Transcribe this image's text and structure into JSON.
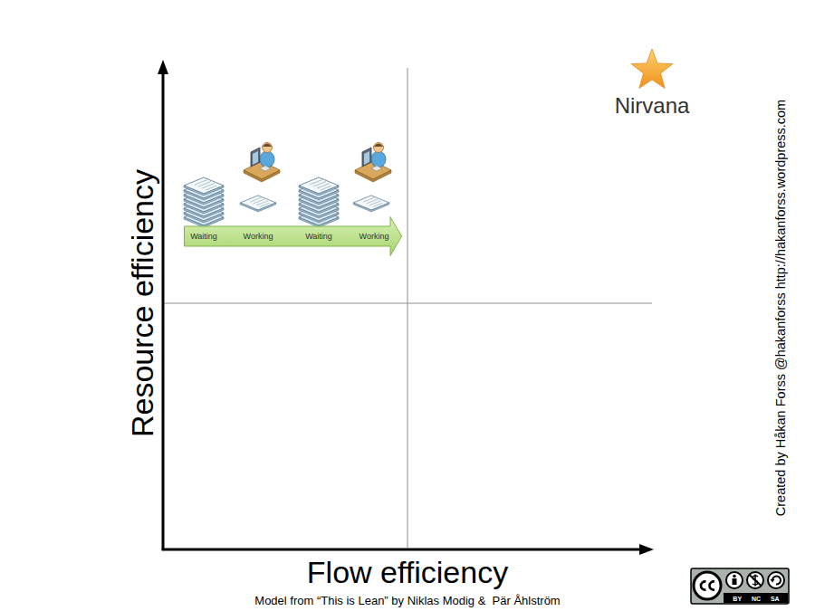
{
  "diagram": {
    "caption": "Model from “This is Lean” by Niklas Modig &  Pär Åhlström",
    "nodes": [
      {
        "text": [
          "Waiting",
          "Working",
          "Waiting",
          "Working"
        ]
      }
    ],
    "labels": [
      "Resource efficiency",
      "Flow efficiency",
      "Nirvana",
      "Created by Håkan Forss @hakanforss http://hakanforss.wordpress.com",
      "BY NC SA"
    ]
  }
}
